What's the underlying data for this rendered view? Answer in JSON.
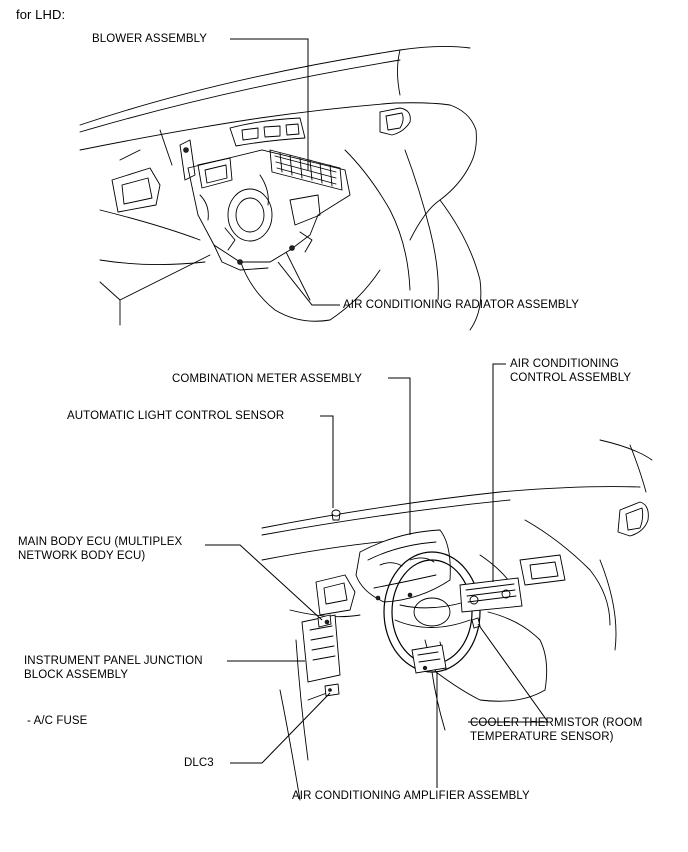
{
  "heading": "for LHD:",
  "labels": {
    "blower": "BLOWER ASSEMBLY",
    "radiator": "AIR CONDITIONING RADIATOR ASSEMBLY",
    "combination_meter": "COMBINATION METER ASSEMBLY",
    "ac_control": "AIR CONDITIONING\nCONTROL ASSEMBLY",
    "light_sensor": "AUTOMATIC LIGHT CONTROL SENSOR",
    "main_body_ecu": "MAIN BODY ECU (MULTIPLEX\nNETWORK BODY ECU)",
    "junction_block": "INSTRUMENT PANEL JUNCTION\nBLOCK ASSEMBLY",
    "ac_fuse": "- A/C FUSE",
    "dlc3": "DLC3",
    "cooler_thermistor": "COOLER THERMISTOR (ROOM\nTEMPERATURE SENSOR)",
    "ac_amplifier": "AIR CONDITIONING AMPLIFIER ASSEMBLY"
  }
}
